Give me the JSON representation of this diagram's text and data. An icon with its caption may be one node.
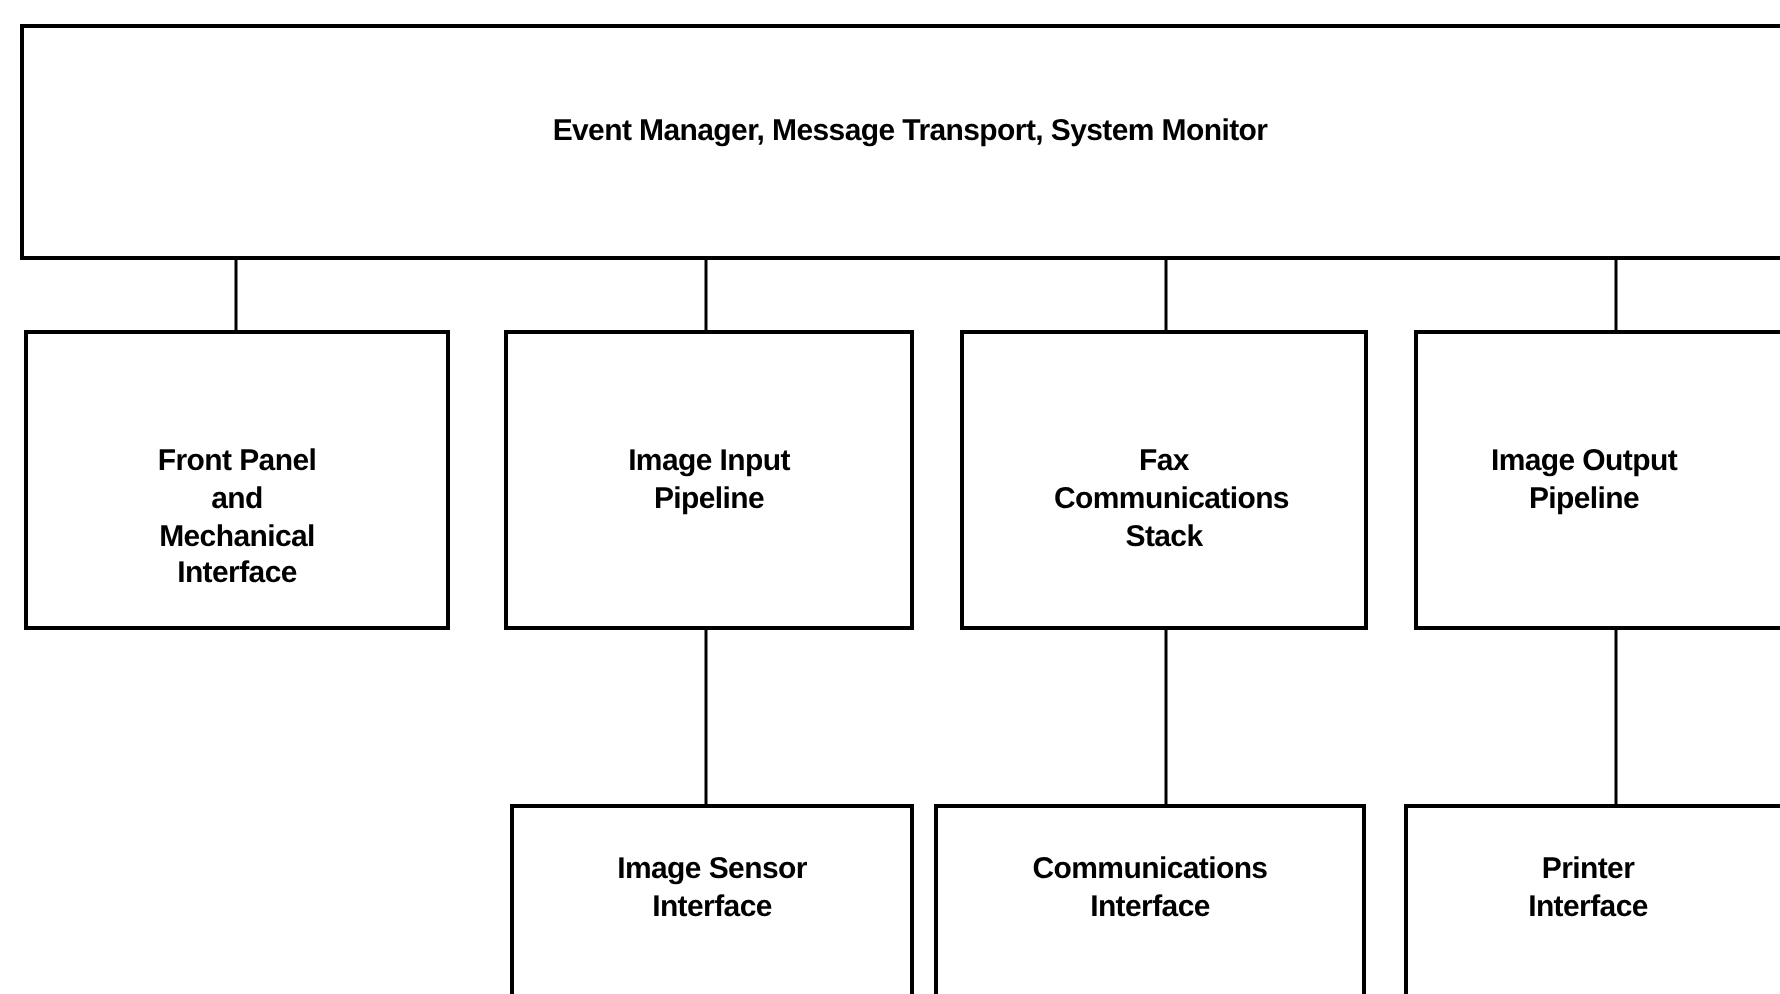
{
  "diagram": {
    "nodes": [
      {
        "text": [
          "Event Manager, Message Transport, System Monitor"
        ]
      },
      {
        "text": [
          "Front Panel and Mechanical Interface"
        ]
      },
      {
        "text": [
          "Image Input Pipeline"
        ]
      },
      {
        "text": [
          "Fax Communications Stack"
        ]
      },
      {
        "text": [
          "Image Output Pipeline"
        ]
      },
      {
        "text": [
          "Image Sensor Interface"
        ]
      },
      {
        "text": [
          "Communications Interface"
        ]
      },
      {
        "text": [
          "Printer Interface"
        ]
      }
    ],
    "edges": [
      {
        "from": 0,
        "to": 1,
        "arrow": "none"
      },
      {
        "from": 0,
        "to": 2,
        "arrow": "none"
      },
      {
        "from": 0,
        "to": 3,
        "arrow": "none"
      },
      {
        "from": 0,
        "to": 4,
        "arrow": "none"
      },
      {
        "from": 2,
        "to": 5,
        "arrow": "none"
      },
      {
        "from": 3,
        "to": 6,
        "arrow": "none"
      },
      {
        "from": 4,
        "to": 7,
        "arrow": "none"
      }
    ]
  }
}
